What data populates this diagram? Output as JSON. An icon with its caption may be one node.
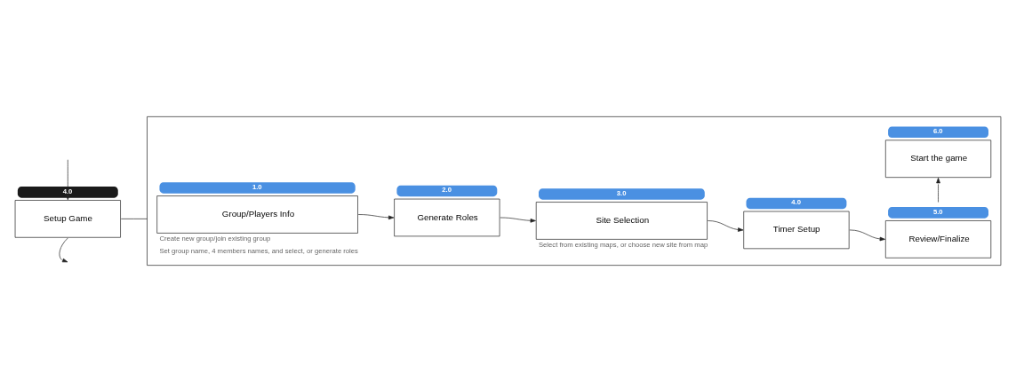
{
  "diagram": {
    "nodes": [
      {
        "text": [
          "4.0",
          "Setup Game"
        ]
      },
      {
        "text": [],
        "shape": "box"
      },
      {
        "text": [
          "1.0",
          "Group/Players Info"
        ],
        "in": 1,
        "beside": [
          "Create new group/join existing group",
          "Set group name, 4 members names, and select, or generate roles"
        ]
      },
      {
        "text": [
          "2.0",
          "Generate Roles"
        ],
        "in": 1
      },
      {
        "text": [
          "3.0",
          "Site Selection"
        ],
        "in": 1,
        "beside": [
          "Select from existing maps, or choose new site from map"
        ]
      },
      {
        "text": [
          "4.0",
          "Timer Setup"
        ],
        "in": 1
      },
      {
        "text": [
          "5.0",
          "Review/Finalize"
        ],
        "in": 1
      },
      {
        "text": [
          "6.0",
          "Start the game"
        ],
        "in": 1
      }
    ],
    "edges": [
      {
        "from": null,
        "to": 0,
        "arrow": "to"
      },
      {
        "from": 0,
        "to": null,
        "arrow": "to"
      },
      {
        "from": 0,
        "to": 1,
        "arrow": "none"
      },
      {
        "from": 2,
        "to": 3,
        "arrow": "to"
      },
      {
        "from": 3,
        "to": 4,
        "arrow": "to"
      },
      {
        "from": 4,
        "to": 5,
        "arrow": "to"
      },
      {
        "from": 5,
        "to": 6,
        "arrow": "to"
      },
      {
        "from": 6,
        "to": 7,
        "arrow": "to"
      }
    ]
  }
}
